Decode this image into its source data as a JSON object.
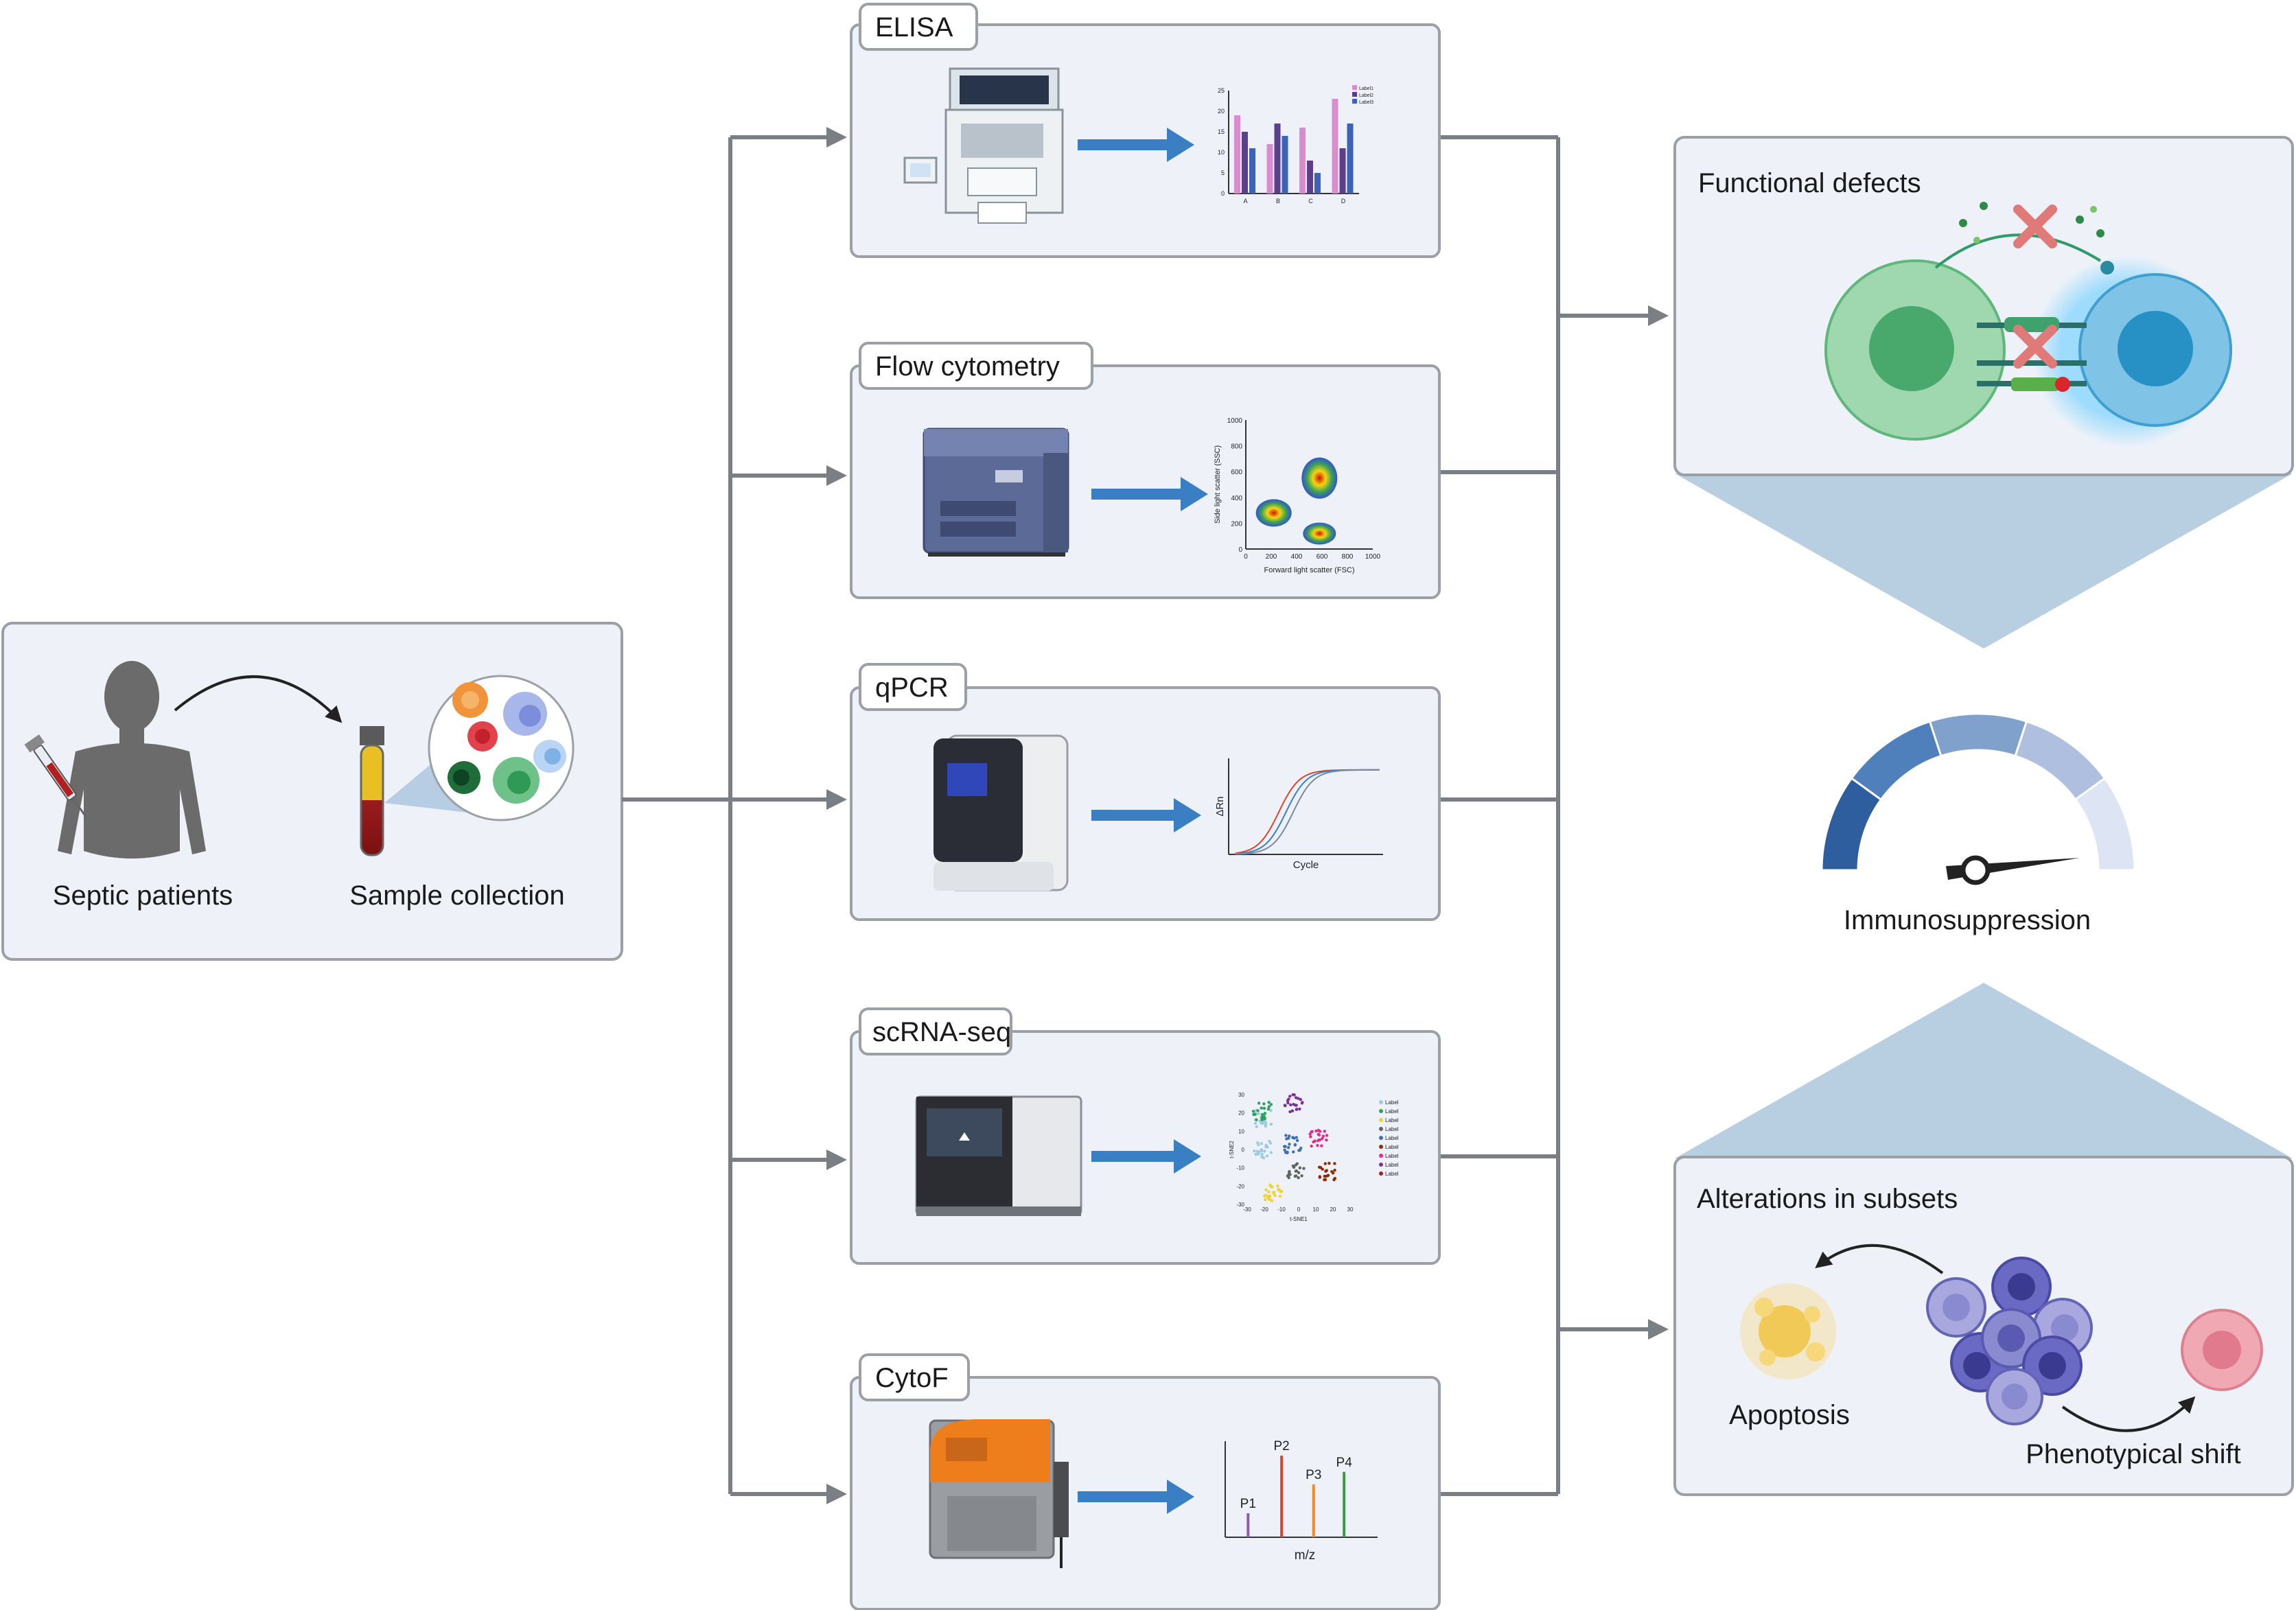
{
  "source": {
    "patients_label": "Septic patients",
    "sample_label": "Sample collection"
  },
  "methods": [
    {
      "title": "ELISA"
    },
    {
      "title": "Flow cytometry"
    },
    {
      "title": "qPCR"
    },
    {
      "title": "scRNA-seq"
    },
    {
      "title": "CytoF"
    }
  ],
  "elisa_chart": {
    "categories": [
      "A",
      "B",
      "C",
      "D"
    ],
    "y_ticks": [
      "0",
      "5",
      "10",
      "15",
      "20",
      "25"
    ],
    "legend": [
      "Label1",
      "Label2",
      "Label3"
    ],
    "series": [
      {
        "color": "#d98ccf",
        "values": [
          19,
          12,
          16,
          23
        ]
      },
      {
        "color": "#5b3e8c",
        "values": [
          15,
          17,
          8,
          11
        ]
      },
      {
        "color": "#3d63b8",
        "values": [
          11,
          14,
          5,
          17
        ]
      }
    ]
  },
  "flow_chart": {
    "xlabel": "Forward light scatter (FSC)",
    "ylabel": "Side light scatter (SSC)",
    "x_ticks": [
      "0",
      "200",
      "400",
      "600",
      "800",
      "1000"
    ],
    "y_ticks": [
      "0",
      "200",
      "400",
      "600",
      "800",
      "1000"
    ]
  },
  "qpcr_chart": {
    "xlabel": "Cycle",
    "ylabel": "ΔRn"
  },
  "tsne_chart": {
    "xlabel": "t-SNE1",
    "ylabel": "t-SNE2",
    "x_ticks": [
      "-30",
      "-20",
      "-10",
      "0",
      "10",
      "20",
      "30"
    ],
    "y_ticks": [
      "30",
      "20",
      "10",
      "0",
      "-10",
      "-20",
      "-30"
    ],
    "legend": [
      "Label",
      "Label",
      "Label",
      "Label",
      "Label",
      "Label",
      "Label",
      "Label",
      "Label"
    ]
  },
  "cytof_chart": {
    "xlabel": "m/z",
    "peaks": [
      {
        "label": "P1",
        "value": 0.25,
        "color": "#8a5bb8"
      },
      {
        "label": "P2",
        "value": 0.85,
        "color": "#d9452b"
      },
      {
        "label": "P3",
        "value": 0.55,
        "color": "#f08a24"
      },
      {
        "label": "P4",
        "value": 0.68,
        "color": "#3a9a45"
      }
    ]
  },
  "outcomes": {
    "functional_label": "Functional defects",
    "gauge_label": "Immunosuppression",
    "subsets_label": "Alterations in subsets",
    "apoptosis_label": "Apoptosis",
    "phenotype_label": "Phenotypical shift"
  },
  "colors": {
    "panel_fill": "#eef2f8",
    "panel_stroke": "#9aa0a6",
    "connector": "#7a7f85",
    "arrow_blue": "#3a7fc4",
    "gauge": [
      "#2e5e9e",
      "#5080bb",
      "#7fa1cc",
      "#aebfdf",
      "#dde4f4"
    ]
  }
}
